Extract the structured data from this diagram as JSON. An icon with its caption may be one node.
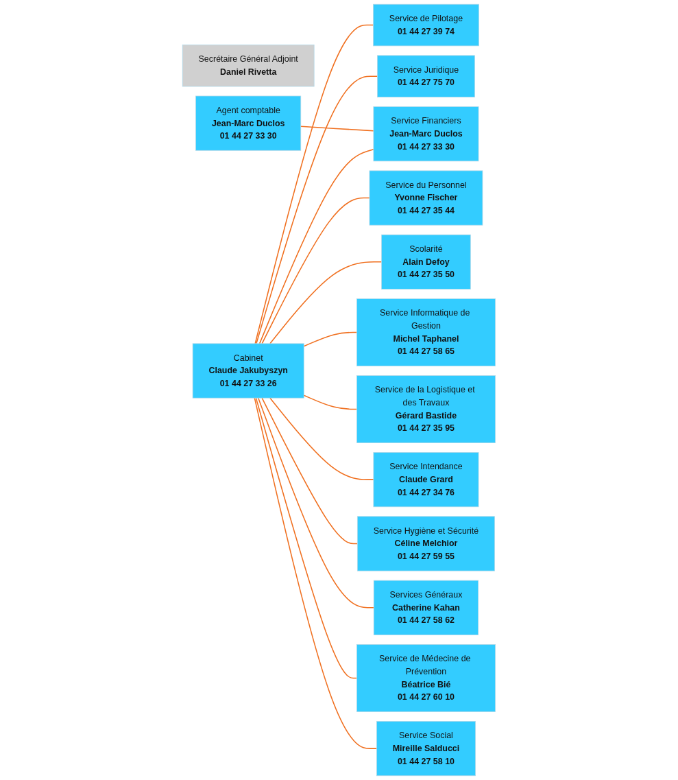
{
  "diagram": {
    "nodes": [
      {
        "text": [
          "Cabinet",
          "Claude Jakubyszyn",
          "01 44 27 33 26"
        ]
      },
      {
        "text": [
          "Agent comptable",
          "Jean-Marc Duclos",
          "01 44 27 33 30"
        ]
      },
      {
        "text": [
          "Secrétaire Général Adjoint",
          "Daniel Rivetta"
        ]
      },
      {
        "text": [
          "Service de Pilotage",
          "01 44 27 39 74"
        ]
      },
      {
        "text": [
          "Service Juridique",
          "01 44 27 75 70"
        ]
      },
      {
        "text": [
          "Service du Personnel",
          "Yvonne Fischer",
          "01 44 27 35 44"
        ]
      },
      {
        "text": [
          "Scolarité",
          "Alain Defoy",
          "01 44 27 35 50"
        ]
      },
      {
        "text": [
          "Service Financiers",
          "Jean-Marc Duclos",
          "01 44 27 33 30"
        ]
      },
      {
        "text": [
          "Service Informatique de Gestion",
          "Michel Taphanel",
          "01 44 27 58 65"
        ]
      },
      {
        "text": [
          "Service de la Logistique et des Travaux",
          "Gérard Bastide",
          "01 44 27 35 95"
        ]
      },
      {
        "text": [
          "Service Intendance",
          "Claude Grard",
          "01 44 27 34 76"
        ]
      },
      {
        "text": [
          "Service Hygiène et Sécurité",
          "Céline Melchior",
          "01 44 27 59 55"
        ]
      },
      {
        "text": [
          "Services Généraux",
          "Catherine Kahan",
          "01 44 27 58 62"
        ]
      },
      {
        "text": [
          "Service de Médecine de Prévention",
          "Béatrice Bié",
          "01 44 27 60 10"
        ]
      },
      {
        "text": [
          "Service Social",
          "Mireille Salducci",
          "01 44 27 58 10"
        ]
      }
    ],
    "edges": [
      {
        "from": 0,
        "to": 3,
        "arrow": "none"
      },
      {
        "from": 0,
        "to": 4,
        "arrow": "none"
      },
      {
        "from": 0,
        "to": 5,
        "arrow": "none"
      },
      {
        "from": 0,
        "to": 6,
        "arrow": "none"
      },
      {
        "from": 0,
        "to": 7,
        "arrow": "none"
      },
      {
        "from": 0,
        "to": 8,
        "arrow": "none"
      },
      {
        "from": 0,
        "to": 9,
        "arrow": "none"
      },
      {
        "from": 0,
        "to": 10,
        "arrow": "none"
      },
      {
        "from": 0,
        "to": 11,
        "arrow": "none"
      },
      {
        "from": 0,
        "to": 12,
        "arrow": "none"
      },
      {
        "from": 0,
        "to": 13,
        "arrow": "none"
      },
      {
        "from": 0,
        "to": 14,
        "arrow": "none"
      },
      {
        "from": 1,
        "to": 7,
        "arrow": "none"
      }
    ]
  }
}
